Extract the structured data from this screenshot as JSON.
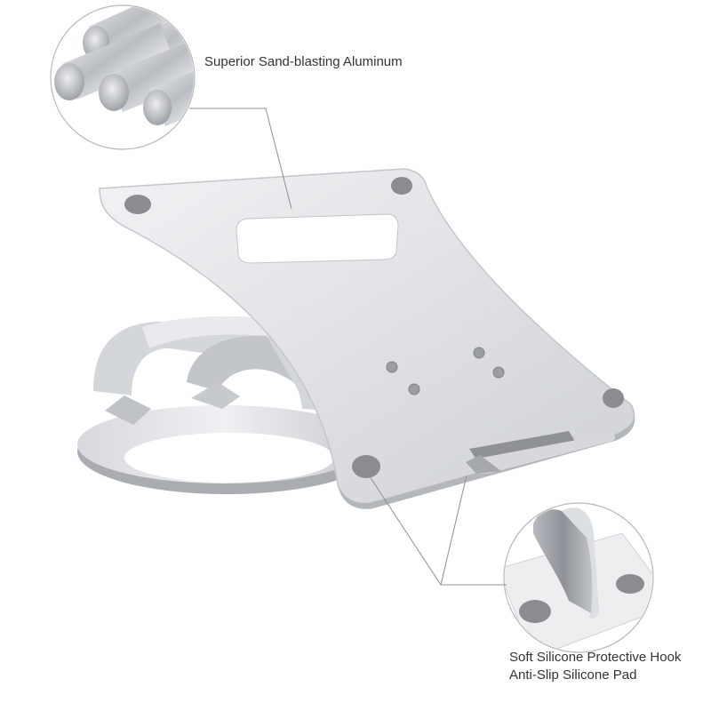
{
  "callouts": {
    "aluminum": "Superior Sand-blasting Aluminum",
    "hook": "Soft Silicone Protective Hook",
    "pad": "Anti-Slip Silicone Pad"
  },
  "colors": {
    "aluminum_light": "#e9ebee",
    "aluminum_mid": "#c8cbd0",
    "aluminum_dark": "#9ea2a8",
    "silicone_pad": "#8a8c8f",
    "leader_line": "#8f8f8f"
  }
}
